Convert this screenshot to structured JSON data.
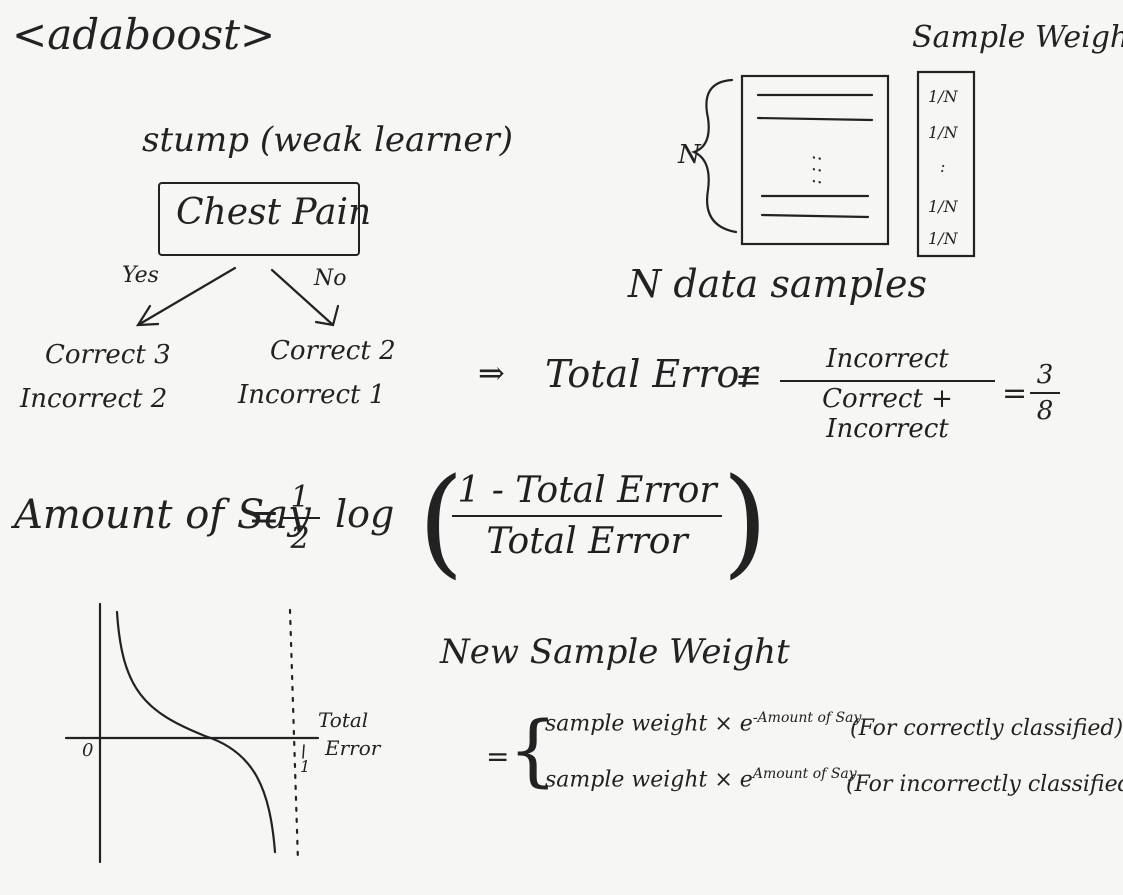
{
  "title": "<adaboost>",
  "stump": {
    "heading": "stump (weak learner)",
    "root": "Chest Pain",
    "yes_label": "Yes",
    "no_label": "No",
    "left": {
      "correct": "Correct 3",
      "incorrect": "Incorrect 2"
    },
    "right": {
      "correct": "Correct 2",
      "incorrect": "Incorrect 1"
    }
  },
  "samples": {
    "weight_heading": "Sample Weight",
    "n_label": "N",
    "dots": ": : :",
    "weights": [
      "1/N",
      "1/N",
      ":",
      "1/N",
      "1/N"
    ],
    "caption": "N data samples"
  },
  "total_error": {
    "arrow": "⇒",
    "label": "Total Error",
    "equals": "=",
    "numerator": "Incorrect",
    "denominator": "Correct + Incorrect",
    "equals2": "=",
    "result_num": "3",
    "result_den": "8"
  },
  "amount_of_say": {
    "label": "Amount of Say",
    "equals": "=",
    "coef_num": "1",
    "coef_den": "2",
    "log": "log",
    "paren_left": "(",
    "paren_right": ")",
    "numerator": "1 - Total Error",
    "denominator": "Total Error"
  },
  "graph": {
    "origin": "0",
    "x_label_1": "Total",
    "x_label_2": "Error",
    "x_tick": "1"
  },
  "new_weight": {
    "heading": "New Sample Weight",
    "equals": "=",
    "brace": "{",
    "f1_base": "sample weight × e",
    "f1_exp": "-Amount of Say",
    "f1_cond": "(For correctly classified)",
    "f2_base": "sample weight × e",
    "f2_exp": "Amount of Say",
    "f2_cond": "(For incorrectly classified)"
  }
}
